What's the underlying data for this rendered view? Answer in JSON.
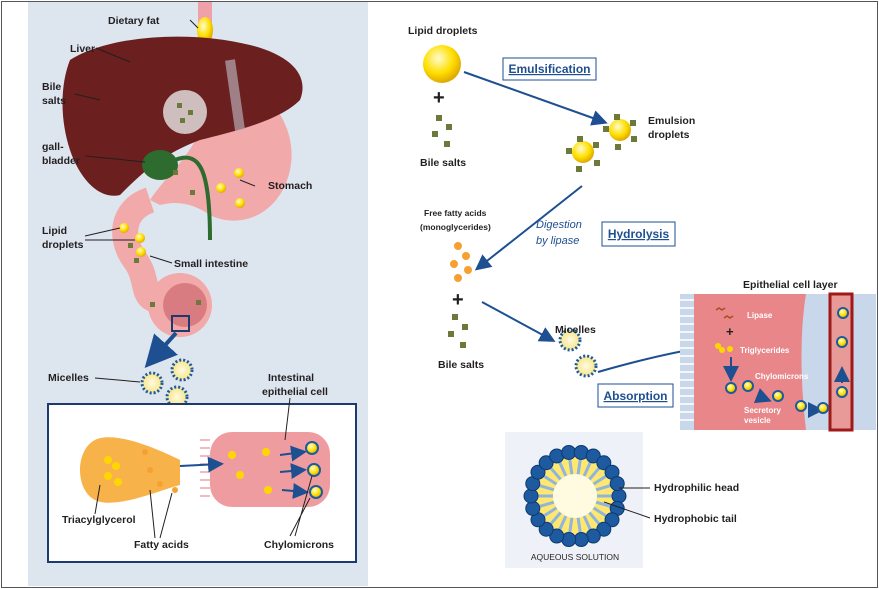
{
  "left_panel": {
    "dietary_fat": "Dietary fat",
    "liver": "Liver",
    "bile_salts": [
      "Bile",
      "salts"
    ],
    "gallbladder": [
      "gall-",
      "bladder"
    ],
    "stomach": "Stomach",
    "lipid_droplets": [
      "Lipid",
      "droplets"
    ],
    "small_intestine": "Small intestine",
    "micelles": "Micelles",
    "intestinal_cell": [
      "Intestinal",
      "epithelial cell"
    ],
    "triacylglycerol": "Triacylglycerol",
    "fatty_acids": "Fatty acids",
    "chylomicrons": "Chylomicrons"
  },
  "right_panel": {
    "lipid_droplets": "Lipid droplets",
    "bile_salts_top": "Bile salts",
    "emulsification": "Emulsification",
    "emulsion_droplets": [
      "Emulsion",
      "droplets"
    ],
    "free_fatty_acids": [
      "Free fatty acids",
      "(monoglycerides)"
    ],
    "digestion": [
      "Digestion",
      "by lipase"
    ],
    "hydrolysis": "Hydrolysis",
    "bile_salts_bottom": "Bile salts",
    "micelles": "Micelles",
    "absorption": "Absorption",
    "epithelial_layer": "Epithelial cell layer",
    "lipase": "Lipase",
    "triglycerides": "Triglycerides",
    "chylomicrons": "Chylomicrons",
    "secretory_vesicle": [
      "Secretory",
      "vesicle"
    ],
    "hydrophilic_head": "Hydrophilic head",
    "hydrophobic_tail": "Hydrophobic tail",
    "aqueous_solution": "AQUEOUS SOLUTION"
  },
  "colors": {
    "arrow": "#1d4f91",
    "liver": "#6b1f1f",
    "intestine": "#f2a9a9",
    "panel_bg": "#dde5ef",
    "lipid": "#ffd700",
    "bile_salt": "#6b7a3a"
  }
}
